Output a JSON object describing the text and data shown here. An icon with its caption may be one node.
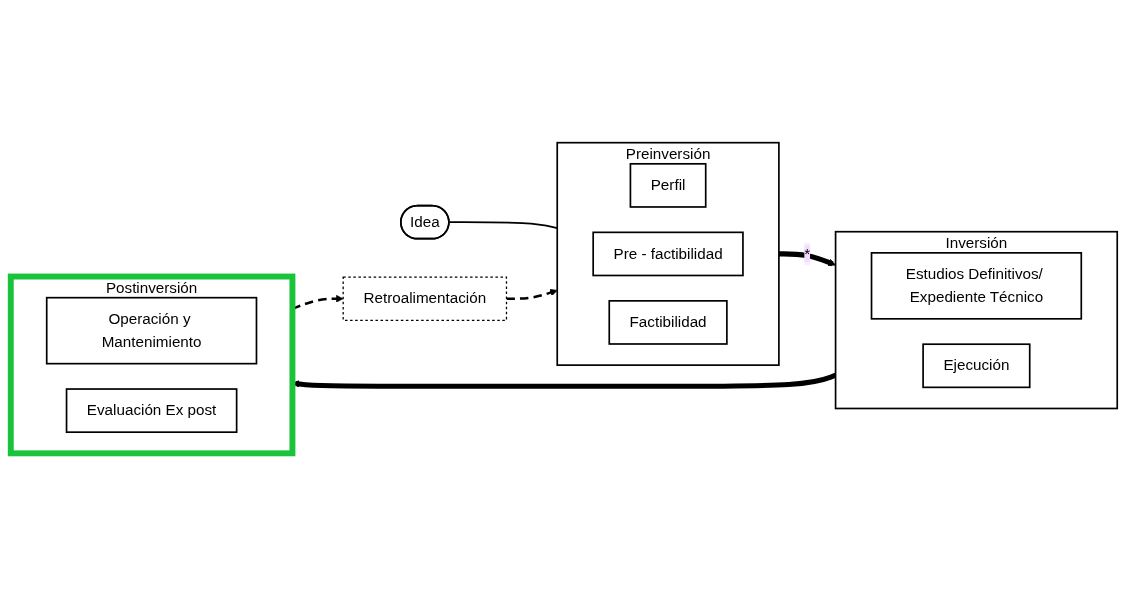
{
  "diagram": {
    "nodes": [
      {
        "text": [
          "Idea"
        ]
      },
      {
        "text": [
          "Preinversión"
        ]
      },
      {
        "text": [
          "Perfil"
        ],
        "in": 1
      },
      {
        "text": [
          "Pre - factibilidad"
        ],
        "in": 1
      },
      {
        "text": [
          "Factibilidad"
        ],
        "in": 1
      },
      {
        "text": [
          "Inversión"
        ]
      },
      {
        "text": [
          "Estudios Definitivos/ Expediente Técnico"
        ],
        "in": 5
      },
      {
        "text": [
          "Ejecución"
        ],
        "in": 5
      },
      {
        "text": [
          "Postinversión"
        ]
      },
      {
        "text": [
          "Operación y Mantenimiento"
        ],
        "in": 8
      },
      {
        "text": [
          "Evaluación Ex post"
        ],
        "in": 8
      },
      {
        "text": [
          "Retroalimentación"
        ]
      }
    ],
    "edges": [
      {
        "from": 0,
        "to": 1,
        "arrow": "none"
      },
      {
        "from": 1,
        "to": 5,
        "arrow": "to",
        "label": "*",
        "style": "thick"
      },
      {
        "from": 5,
        "to": 8,
        "arrow": "to",
        "style": "thick"
      },
      {
        "from": 8,
        "to": 11,
        "arrow": "to",
        "style": "dashed"
      },
      {
        "from": 11,
        "to": 1,
        "arrow": "to",
        "style": "dashed"
      }
    ]
  }
}
